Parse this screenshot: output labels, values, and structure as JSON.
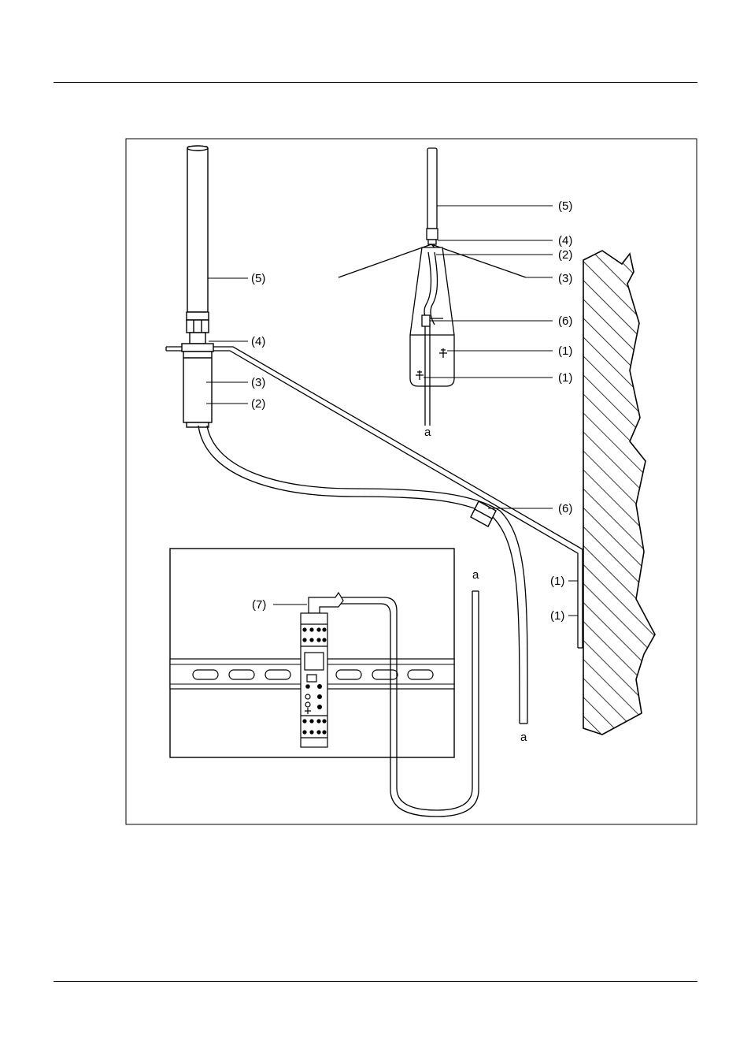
{
  "labels": {
    "left_5": "(5)",
    "left_4": "(4)",
    "left_3": "(3)",
    "left_2": "(2)",
    "right_5": "(5)",
    "right_4": "(4)",
    "right_2": "(2)",
    "right_3": "(3)",
    "right_6": "(6)",
    "right_1a": "(1)",
    "right_1b": "(1)",
    "right_a": "a",
    "cable_6": "(6)",
    "wall_1a": "(1)",
    "wall_1b": "(1)",
    "device_7": "(7)",
    "cut_a_top": "a",
    "cut_a_bottom": "a"
  }
}
